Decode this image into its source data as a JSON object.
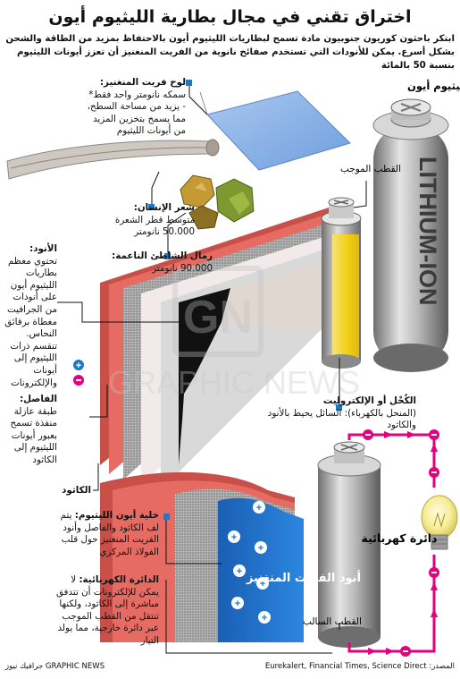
{
  "title": "اختراق تقني في مجال بطارية الليثيوم أيون",
  "intro": "ابتكر باحثون كوريون جنوبيون مادة تسمح لبطاريات الليثيوم أيون بالاحتفاظ بمزيد من الطاقة والشحن بشكل أسرع. يمكن للأنودات التي تستخدم صفائح نانوية من الفريت المنغنيز أن تعزز أيونات الليثيوم بنسبة 50 بالمائة",
  "labels": {
    "cell": "خلية ليثيوم أيون",
    "positive_pole": "القطب الموجب",
    "negative_pole": "القطب السالب",
    "battery_text": "LITHIUM-ION",
    "manganese_sheet_head": "لوح فريت المنغنيز:",
    "manganese_sheet_body": "سمكه نانومتر واحد فقط* - يزيد من مساحة السطح، مما يسمح بتخزين المزيد من أيونات الليثيوم",
    "hair_head": "شعر الإنسان:",
    "hair_body": "متوسط قطر الشعرة 50.000 نانومتر",
    "sand_head": "رمال الشاطئ الناعمة:",
    "sand_body": "90.000 نانومتر",
    "anode_head": "الأنود:",
    "anode_body": "تحتوي معظم بطاريات الليثيوم أيون على أنودات من الجرافيت مغطاة برقائق النحاس. تنقسم ذرات الليثيوم إلى أيونات والإلكترونات",
    "separator_head": "الفاصل:",
    "separator_body": "طبقة عازلة منفذة تسمح بعبور أيونات الليثيوم إلى الكاثود",
    "cathode": "الكاثود",
    "electrolyte_line1": "الكُحْل أو الإلكتروليت",
    "electrolyte_line2": "(المنحل بالكهرباء): السائل يحيط بالأنود والكاثود",
    "liion_cell_head": "خلية أيون الليثيوم:",
    "liion_cell_body": "يتم لف الكاثود والفاصل وأنود الفريت المنغنيز حول قلب الفولاذ المركزي",
    "circuit_head": "الدائرة الكهربائية:",
    "circuit_body": "لا يمكن للإلكترونات أن تتدفق مباشرة إلى الكاثود، ولكنها تنتقل من القطب الموجب عبر دائرة خارجية، مما يولد التيار",
    "anode_ferrite": "أنود الفريت المنغنيز",
    "circuit_label": "دائرة كهربائية",
    "ion_symbol": "+",
    "electron_symbol": "−"
  },
  "footer": {
    "source": "المصدر: Eurekalert, Financial Times, Science Direct",
    "credit": "جرافيك نيوز GRAPHIC NEWS"
  },
  "watermark": "GRAPHIC NEWS",
  "colors": {
    "magenta": "#e5007e",
    "blue": "#1f77c6",
    "red_layer": "#e8605a",
    "battery_grey": "#8a8a8a",
    "yellow": "#f3d21a"
  }
}
